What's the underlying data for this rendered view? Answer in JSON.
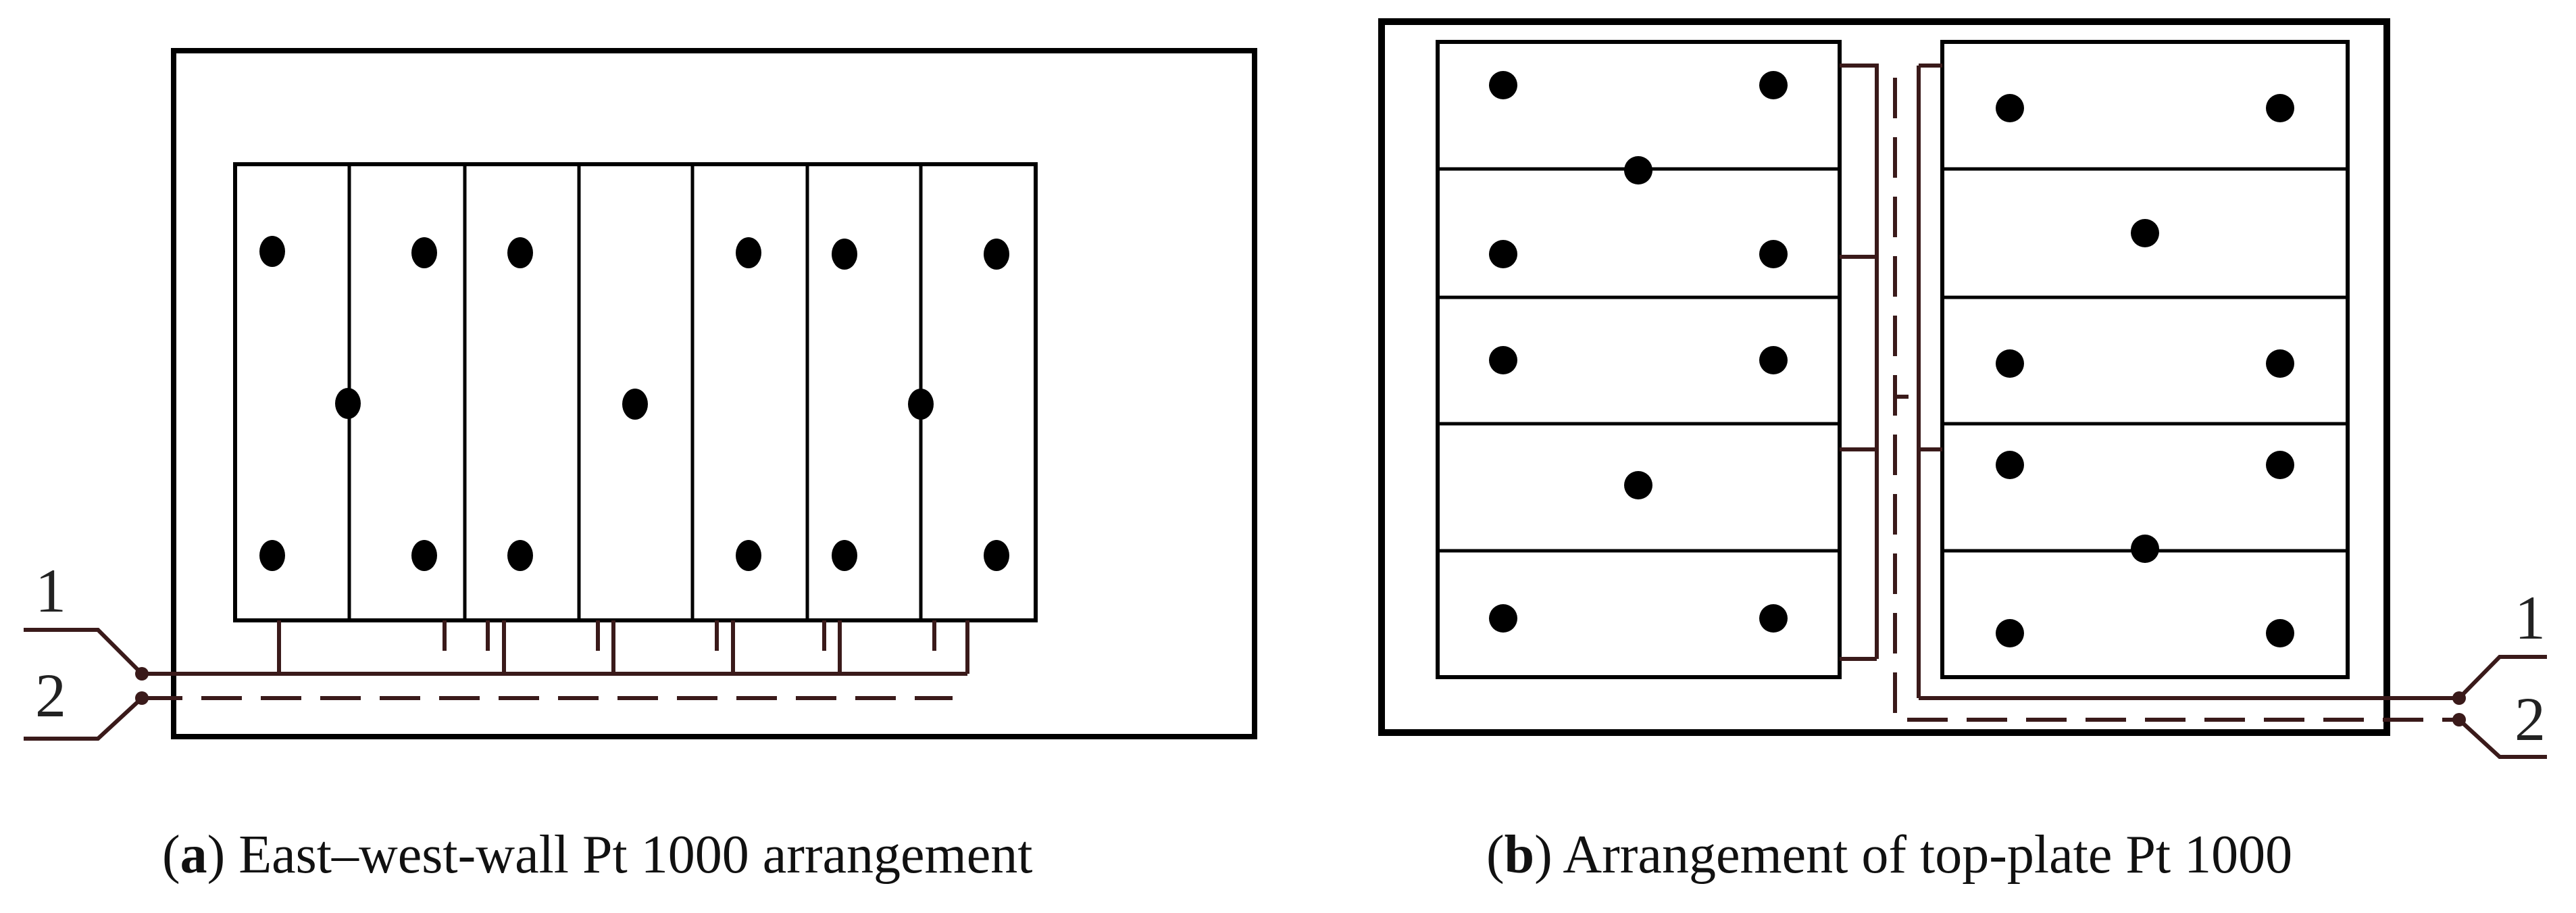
{
  "panel_a": {
    "wire_labels": [
      "1",
      "2"
    ],
    "caption_letter": "a",
    "caption_text": "East–west-wall Pt 1000 arrangement"
  },
  "panel_b": {
    "wire_labels": [
      "1",
      "2"
    ],
    "caption_letter": "b",
    "caption_text": "Arrangement of top-plate Pt 1000"
  },
  "colors": {
    "line": "#000000",
    "wire": "#3a1a1a",
    "sensor": "#000000"
  }
}
